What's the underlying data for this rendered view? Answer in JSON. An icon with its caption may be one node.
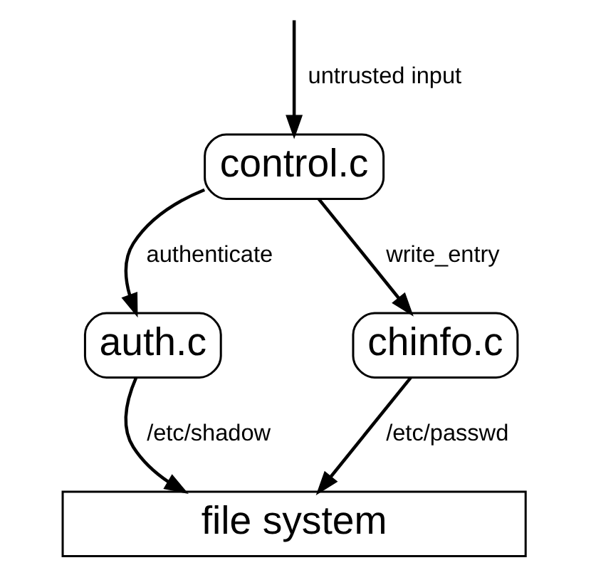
{
  "diagram": {
    "nodes": [
      {
        "text": [
          "control.c"
        ]
      },
      {
        "text": [
          "auth.c"
        ]
      },
      {
        "text": [
          "chinfo.c"
        ]
      },
      {
        "text": [
          "file system"
        ]
      }
    ],
    "edges": [
      {
        "from": null,
        "to": 0,
        "arrow": "to",
        "label": "untrusted input"
      },
      {
        "from": 0,
        "to": 1,
        "arrow": "to",
        "label": "authenticate"
      },
      {
        "from": 0,
        "to": 2,
        "arrow": "to",
        "label": "write_entry"
      },
      {
        "from": 1,
        "to": 3,
        "arrow": "to",
        "label": "/etc/shadow"
      },
      {
        "from": 2,
        "to": 3,
        "arrow": "to",
        "label": "/etc/passwd"
      }
    ]
  }
}
